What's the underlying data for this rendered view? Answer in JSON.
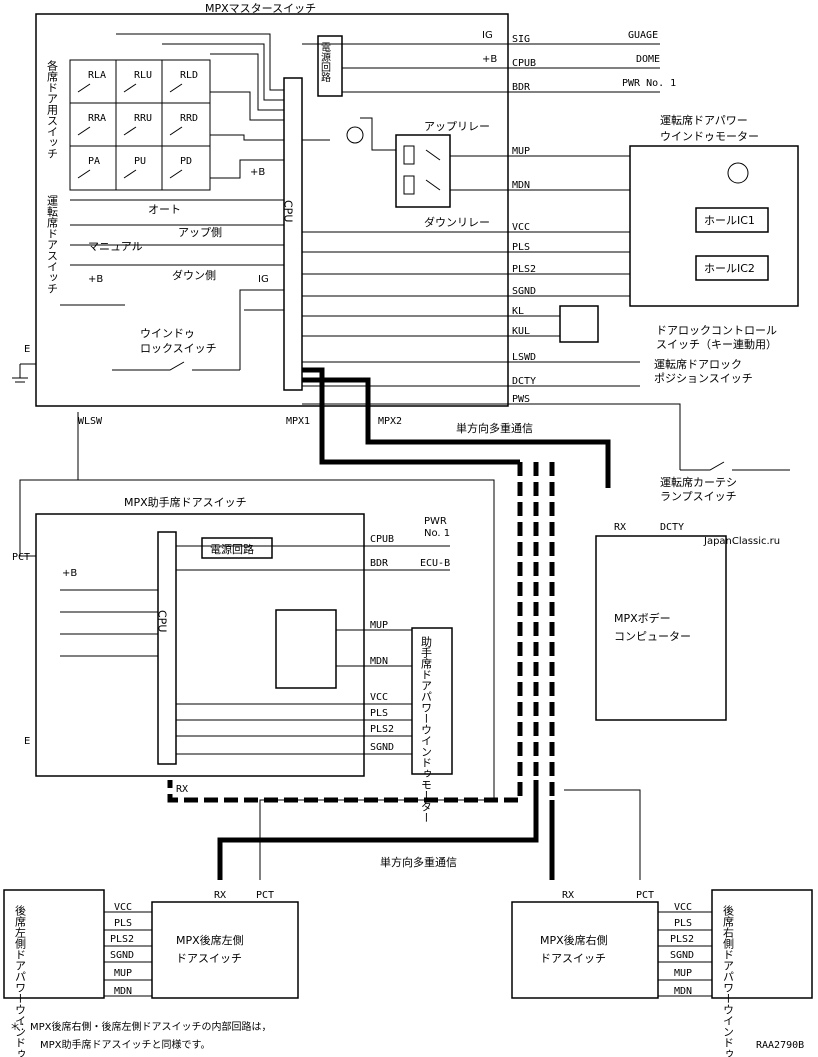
{
  "master": {
    "title": "MPXマスタースイッチ",
    "seat_switch_label": "各席ドア用スイッチ",
    "driver_switch_label": "運転席ドアスイッチ",
    "switches": [
      "RLA",
      "RLU",
      "RLD",
      "RRA",
      "RRU",
      "RRD",
      "PA",
      "PU",
      "PD"
    ],
    "power_circuit": "電源回路",
    "cpu": "CPU",
    "up_relay": "アップリレー",
    "down_relay": "ダウンリレー",
    "auto": "オート",
    "up_side": "アップ側",
    "manual": "マニュアル",
    "down_side": "ダウン側",
    "window_lock": "ウインドゥ",
    "window_lock2": "ロックスイッチ",
    "plus_b": "+B",
    "ig": "IG",
    "e": "E",
    "terms": [
      "SIG",
      "CPUB",
      "BDR",
      "MUP",
      "MDN",
      "VCC",
      "PLS",
      "PLS2",
      "SGND",
      "KL",
      "KUL",
      "LSWD",
      "DCTY",
      "PWS"
    ],
    "mpx1": "MPX1",
    "mpx2": "MPX2",
    "wlsw": "WLSW"
  },
  "right_side": {
    "guage": "GUAGE",
    "dome": "DOME",
    "pwr_no1": "PWR No. 1",
    "ig": "IG",
    "plus_b": "+B",
    "driver_motor_title1": "運転席ドアパワー",
    "driver_motor_title2": "ウインドゥモーター",
    "hall_ic1": "ホールIC1",
    "hall_ic2": "ホールIC2",
    "door_lock1": "ドアロックコントロール",
    "door_lock2": "スイッチ（キー連動用）",
    "lock_pos1": "運転席ドアロック",
    "lock_pos2": "ポジションスイッチ",
    "courtesy1": "運転席カーテシ",
    "courtesy2": "ランプスイッチ",
    "comm_top": "単方向多重通信",
    "comm_bottom": "単方向多重通信"
  },
  "body_computer": {
    "title1": "MPXボデー",
    "title2": "コンピューター",
    "rx": "RX",
    "dcty": "DCTY"
  },
  "passenger": {
    "title": "MPX助手席ドアスイッチ",
    "power_circuit": "電源回路",
    "cpu": "CPU",
    "terms": [
      "CPUB",
      "BDR",
      "MUP",
      "MDN",
      "VCC",
      "PLS",
      "PLS2",
      "SGND"
    ],
    "pwr": "PWR",
    "no1": "No. 1",
    "ecub": "ECU-B",
    "plus_b": "+B",
    "e": "E",
    "rx": "RX",
    "pct": "PCT",
    "motor": "助手席ドアパワーウインドゥモーター"
  },
  "rear_left": {
    "title1": "MPX後席左側",
    "title2": "ドアスイッチ",
    "rx": "RX",
    "pct": "PCT",
    "terms": [
      "VCC",
      "PLS",
      "PLS2",
      "SGND",
      "MUP",
      "MDN"
    ],
    "motor": "後席左側ドアパワーウインドゥモーター"
  },
  "rear_right": {
    "title1": "MPX後席右側",
    "title2": "ドアスイッチ",
    "rx": "RX",
    "pct": "PCT",
    "terms": [
      "VCC",
      "PLS",
      "PLS2",
      "SGND",
      "MUP",
      "MDN"
    ],
    "motor": "後席右側ドアパワーウインドゥモーター"
  },
  "footnote1": "＊：MPX後席右側・後席左側ドアスイッチの内部回路は，",
  "footnote2": "MPX助手席ドアスイッチと同様です。",
  "watermark": "JapanClassic.ru",
  "code": "RAA2790B"
}
